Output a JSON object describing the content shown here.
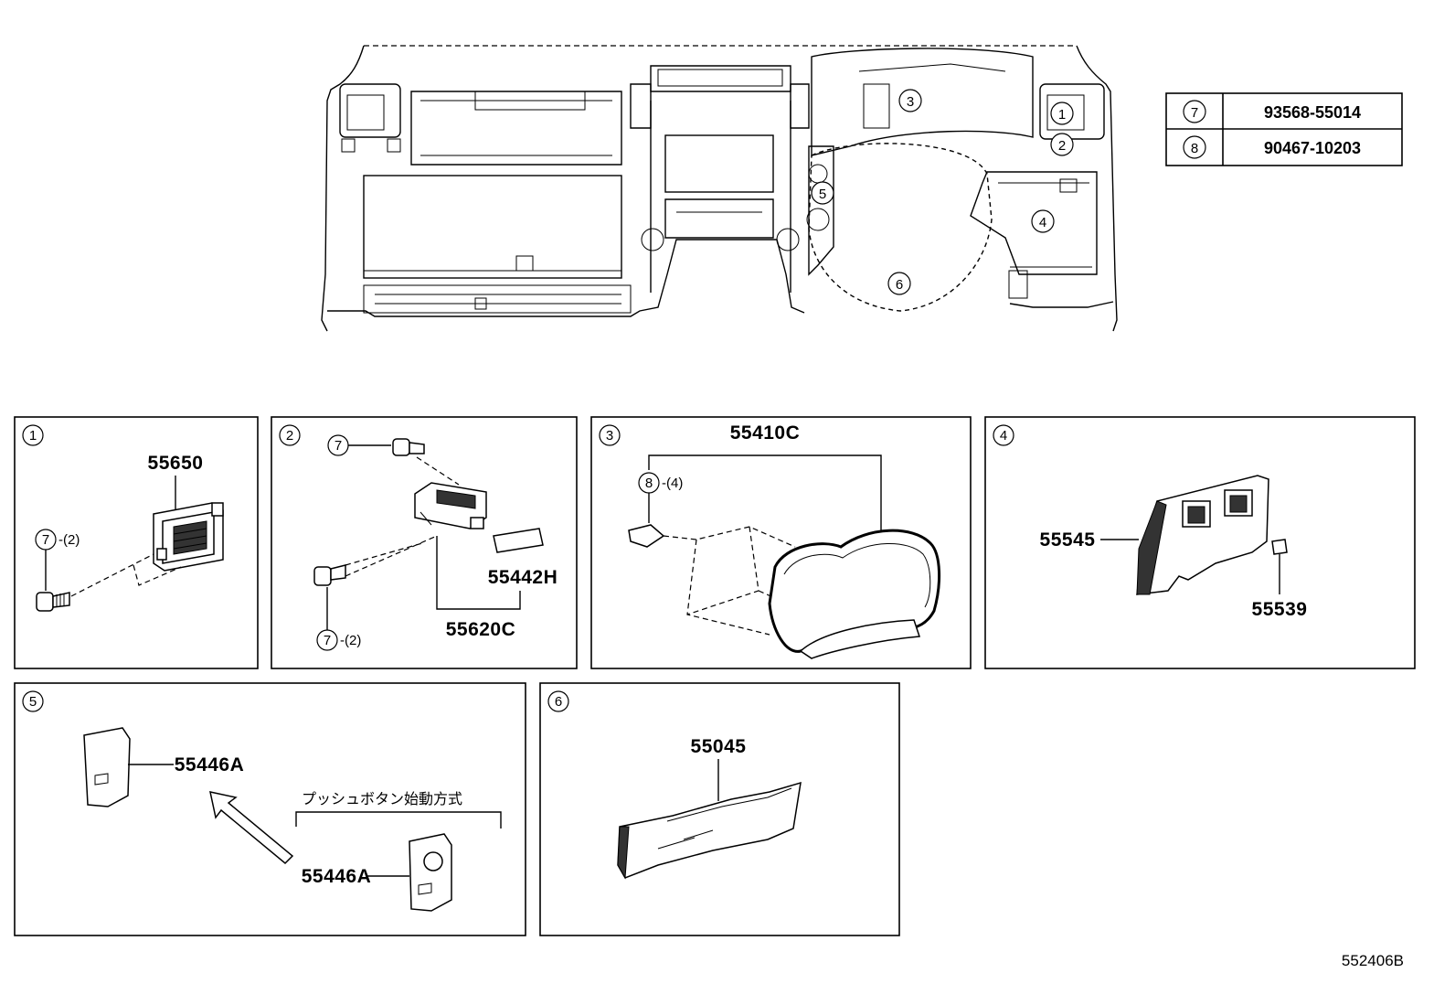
{
  "overview": {
    "callouts": [
      "3",
      "1",
      "2",
      "5",
      "4",
      "6"
    ]
  },
  "table": {
    "rows": [
      {
        "ref": "7",
        "part": "93568-55014"
      },
      {
        "ref": "8",
        "part": "90467-10203"
      }
    ]
  },
  "panels": {
    "p1": {
      "id": "1",
      "part_main": "55650",
      "fastener": "7",
      "qty": "-(2)"
    },
    "p2": {
      "id": "2",
      "fastener_top": "7",
      "fastener_bottom": "7",
      "qty": "-(2)",
      "part_a": "55442H",
      "part_b": "55620C"
    },
    "p3": {
      "id": "3",
      "part_main": "55410C",
      "fastener": "8",
      "qty": "-(4)"
    },
    "p4": {
      "id": "4",
      "part_a": "55545",
      "part_b": "55539"
    },
    "p5": {
      "id": "5",
      "part_a": "55446A",
      "part_b": "55446A",
      "note": "プッシュボタン始動方式"
    },
    "p6": {
      "id": "6",
      "part_main": "55045"
    }
  },
  "diagram_ref": "552406B"
}
